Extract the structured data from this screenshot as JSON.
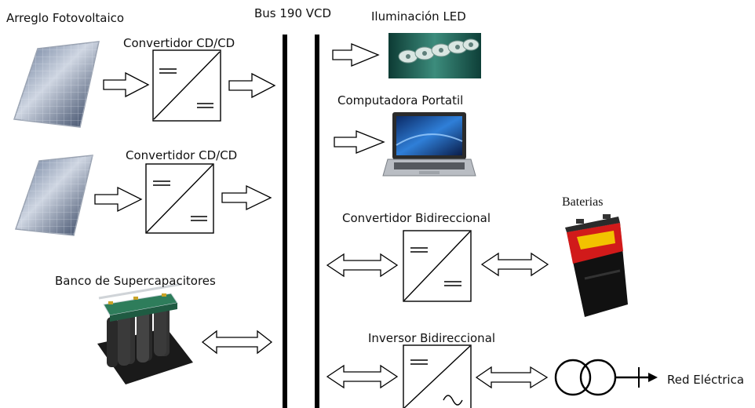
{
  "labels": {
    "pv_array": "Arreglo Fotovoltaico",
    "converter_1": "Convertidor CD/CD",
    "converter_2": "Convertidor CD/CD",
    "bus": "Bus 190 VCD",
    "led_lighting": "Iluminación  LED",
    "laptop": "Computadora Portatil",
    "bidirectional_converter": "Convertidor Bidireccional",
    "batteries": "Baterias",
    "supercap_bank": "Banco de Supercapacitores",
    "bidirectional_inverter": "Inversor Bidireccional",
    "grid": "Red Eléctrica"
  },
  "colors": {
    "line": "#000000",
    "battery_body": "#111111",
    "battery_label": "#d11a1a",
    "battery_accent": "#f2c200",
    "solar_panel": "#2a3f66",
    "led_board": "#1b5e55",
    "laptop_screen": "#1565c0"
  }
}
